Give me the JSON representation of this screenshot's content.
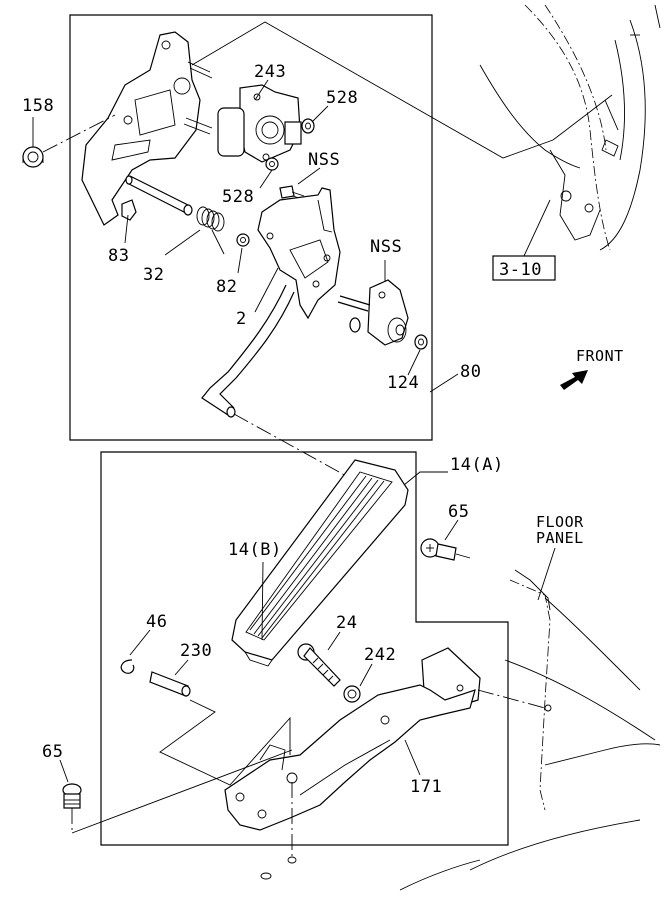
{
  "callouts": {
    "c158": "158",
    "c243": "243",
    "c528a": "528",
    "c528b": "528",
    "cNSSa": "NSS",
    "cNSSb": "NSS",
    "c83": "83",
    "c32": "32",
    "c82": "82",
    "c2": "2",
    "c124": "124",
    "c80": "80",
    "c14A": "14(A)",
    "c14B": "14(B)",
    "c65a": "65",
    "c65b": "65",
    "c46": "46",
    "c230": "230",
    "c24": "24",
    "c242": "242",
    "c171": "171"
  },
  "ref_box": "3-10",
  "front_label": "FRONT",
  "floor_panel": {
    "line1": "FLOOR",
    "line2": "PANEL"
  }
}
